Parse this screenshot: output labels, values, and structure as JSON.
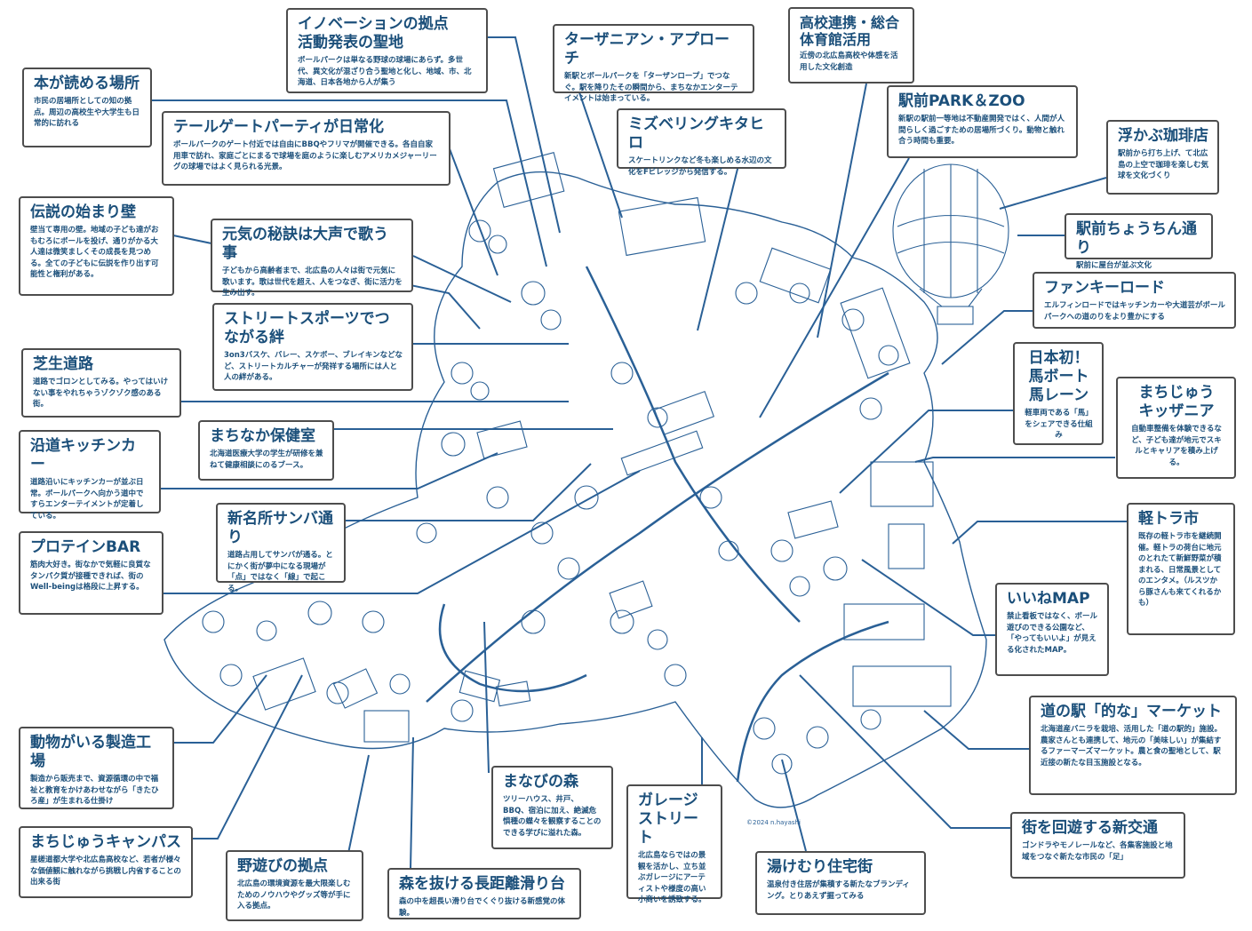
{
  "colors": {
    "ink": "#1b4f7a",
    "border": "#4d4d4d",
    "line": "#2a6096",
    "paper": "#ffffff"
  },
  "credit": "©2024 n.hayashi",
  "callouts": [
    {
      "id": "innovation",
      "title": "イノベーションの拠点\n活動発表の聖地",
      "desc": "ボールパークは単なる野球の球場にあらず。多世代、異文化が混ざり合う聖地と化し、地域、市、北海道、日本各地から人が集う"
    },
    {
      "id": "terzanian",
      "title": "ターザニアン・アプローチ",
      "desc": "新駅とボールパークを「ターザンロープ」でつなぐ。駅を降りたその瞬間から、まちなかエンターテイメントは始まっている。"
    },
    {
      "id": "highschool",
      "title": "高校連携・総合\n体育館活用",
      "desc": "近傍の北広島高校や体感を活用した文化創造"
    },
    {
      "id": "books",
      "title": "本が読める場所",
      "desc": "市民の居場所としての知の拠点。周辺の高校生や大学生も日常的に訪れる"
    },
    {
      "id": "tailgate",
      "title": "テールゲートパーティが日常化",
      "desc": "ボールパークのゲート付近では自由にBBQやフリマが開催できる。各自自家用車で訪れ、家庭ごとにまるで球場を庭のように楽しむアメリカメジャーリーグの球場ではよく見られる光景。"
    },
    {
      "id": "mizubelling",
      "title": "ミズベリングキタヒロ",
      "desc": "スケートリンクなど冬も楽しめる水辺の文化をFビレッジから発信する。"
    },
    {
      "id": "parkzoo",
      "title": "駅前PARK＆ZOO",
      "desc": "新駅の駅前一等地は不動産開発ではく、人間が人間らしく過ごすための居場所づくり。動物と触れ合う時間も重要。"
    },
    {
      "id": "coffee",
      "title": "浮かぶ珈琲店",
      "desc": "駅前から打ち上げ、て北広島の上空で珈琲を楽しむ気球を文化づくり"
    },
    {
      "id": "legend",
      "title": "伝説の始まり壁",
      "desc": "壁当て専用の壁。地域の子ども達がおもむろにボールを投げ、通りがかる大人達は微笑ましくその成長を見つめる。全ての子どもに伝説を作り出す可能性と権利がある。"
    },
    {
      "id": "sing",
      "title": "元気の秘訣は大声で歌う事",
      "desc": "子どもから高齢者まで、北広島の人々は街で元気に歌います。歌は世代を超え、人をつなぎ、街に活力を生み出す。"
    },
    {
      "id": "lantern",
      "title": "駅前ちょうちん通り",
      "desc": "駅前に屋台が並ぶ文化"
    },
    {
      "id": "funky",
      "title": "ファンキーロード",
      "desc": "エルフィンロードではキッチンカーや大道芸がボールパークへの道のりをより豊かにする"
    },
    {
      "id": "street",
      "title": "ストリートスポーツでつながる絆",
      "desc": "3on3バスケ、バレー、スケボー、ブレイキンなどなど、ストリートカルチャーが発祥する場所には人と人の絆がある。"
    },
    {
      "id": "lawn",
      "title": "芝生道路",
      "desc": "道路でゴロンとしてみる。やってはいけない事をやれちゃうゾクゾク感のある街。"
    },
    {
      "id": "horse",
      "title": "日本初！\n馬ボート\n馬レーン",
      "desc": "軽車両である「馬」をシェアできる仕組み"
    },
    {
      "id": "kidzania",
      "title": "まちじゅう\nキッザニア",
      "desc": "自動車整備を体験できるなど、子ども達が地元でスキルとキャリアを積み上げる。"
    },
    {
      "id": "clinic",
      "title": "まちなか保健室",
      "desc": "北海道医療大学の学生が研修を兼ねて健康相談にのるブース。"
    },
    {
      "id": "kitchencar",
      "title": "沿道キッチンカー",
      "desc": "道路沿いにキッチンカーが並ぶ日常。ボールパークへ向かう道中ですらエンターテイメントが定着している。"
    },
    {
      "id": "samba",
      "title": "新名所サンバ通り",
      "desc": "道路占用してサンバが通る。とにかく街が夢中になる現場が「点」ではなく「線」で起こる。"
    },
    {
      "id": "truck",
      "title": "軽トラ市",
      "desc": "既存の軽トラ市を継続開催。軽トラの荷台に地元のとれたて新鮮野菜が積まれる、日常風景としてのエンタメ。（ルスツから豚さんも来てくれるかも）"
    },
    {
      "id": "protein",
      "title": "プロテインBAR",
      "desc": "筋肉大好き。街なかで気軽に良質なタンパク質が接種できれば、街のWell-beingは格段に上昇する。"
    },
    {
      "id": "iine",
      "title": "いいねMAP",
      "desc": "禁止看板ではなく、ボール遊びのできる公園など、「やってもいいよ」が見える化されたMAP。"
    },
    {
      "id": "factory",
      "title": "動物がいる製造工場",
      "desc": "製造から販売まで、資源循環の中で福祉と教育をかけあわせながら「きたひろ産」が生まれる仕掛け"
    },
    {
      "id": "roadside",
      "title": "道の駅「的な」マーケット",
      "desc": "北海道産バニラを栽培、活用した「道の駅的」施設。農家さんとも連携して、地元の「美味しい」が集結するファーマーズマーケット。農と食の聖地として、駅近接の新たな目玉施設となる。"
    },
    {
      "id": "forest",
      "title": "まなびの森",
      "desc": "ツリーハウス、井戸、BBQ、宿泊に加え、絶滅危惧種の蝶々を観察することのできる学びに溢れた森。"
    },
    {
      "id": "garage",
      "title": "ガレージ\nストリート",
      "desc": "北広島ならではの景観を活かし、立ち並ぶガレージにアーティストや様度の高い小商いを誘致する。"
    },
    {
      "id": "campus",
      "title": "まちじゅうキャンパス",
      "desc": "星槎道都大学や北広島高校など、若者が様々な価値観に触れながら挑戦し内省することの出来る街"
    },
    {
      "id": "transit",
      "title": "街を回遊する新交通",
      "desc": "ゴンドラやモノレールなど、各集客施設と地域をつなぐ新たな市民の「足」"
    },
    {
      "id": "play",
      "title": "野遊びの拠点",
      "desc": "北広島の環境資源を最大限楽しむためのノウハウやグッズ等が手に入る拠点。"
    },
    {
      "id": "slide",
      "title": "森を抜ける長距離滑り台",
      "desc": "森の中を超長い滑り台でくぐり抜ける新感覚の体験。"
    },
    {
      "id": "onsen",
      "title": "湯けむり住宅街",
      "desc": "温泉付き住居が集積する新たなブランディング。とりあえず掘ってみる"
    }
  ]
}
